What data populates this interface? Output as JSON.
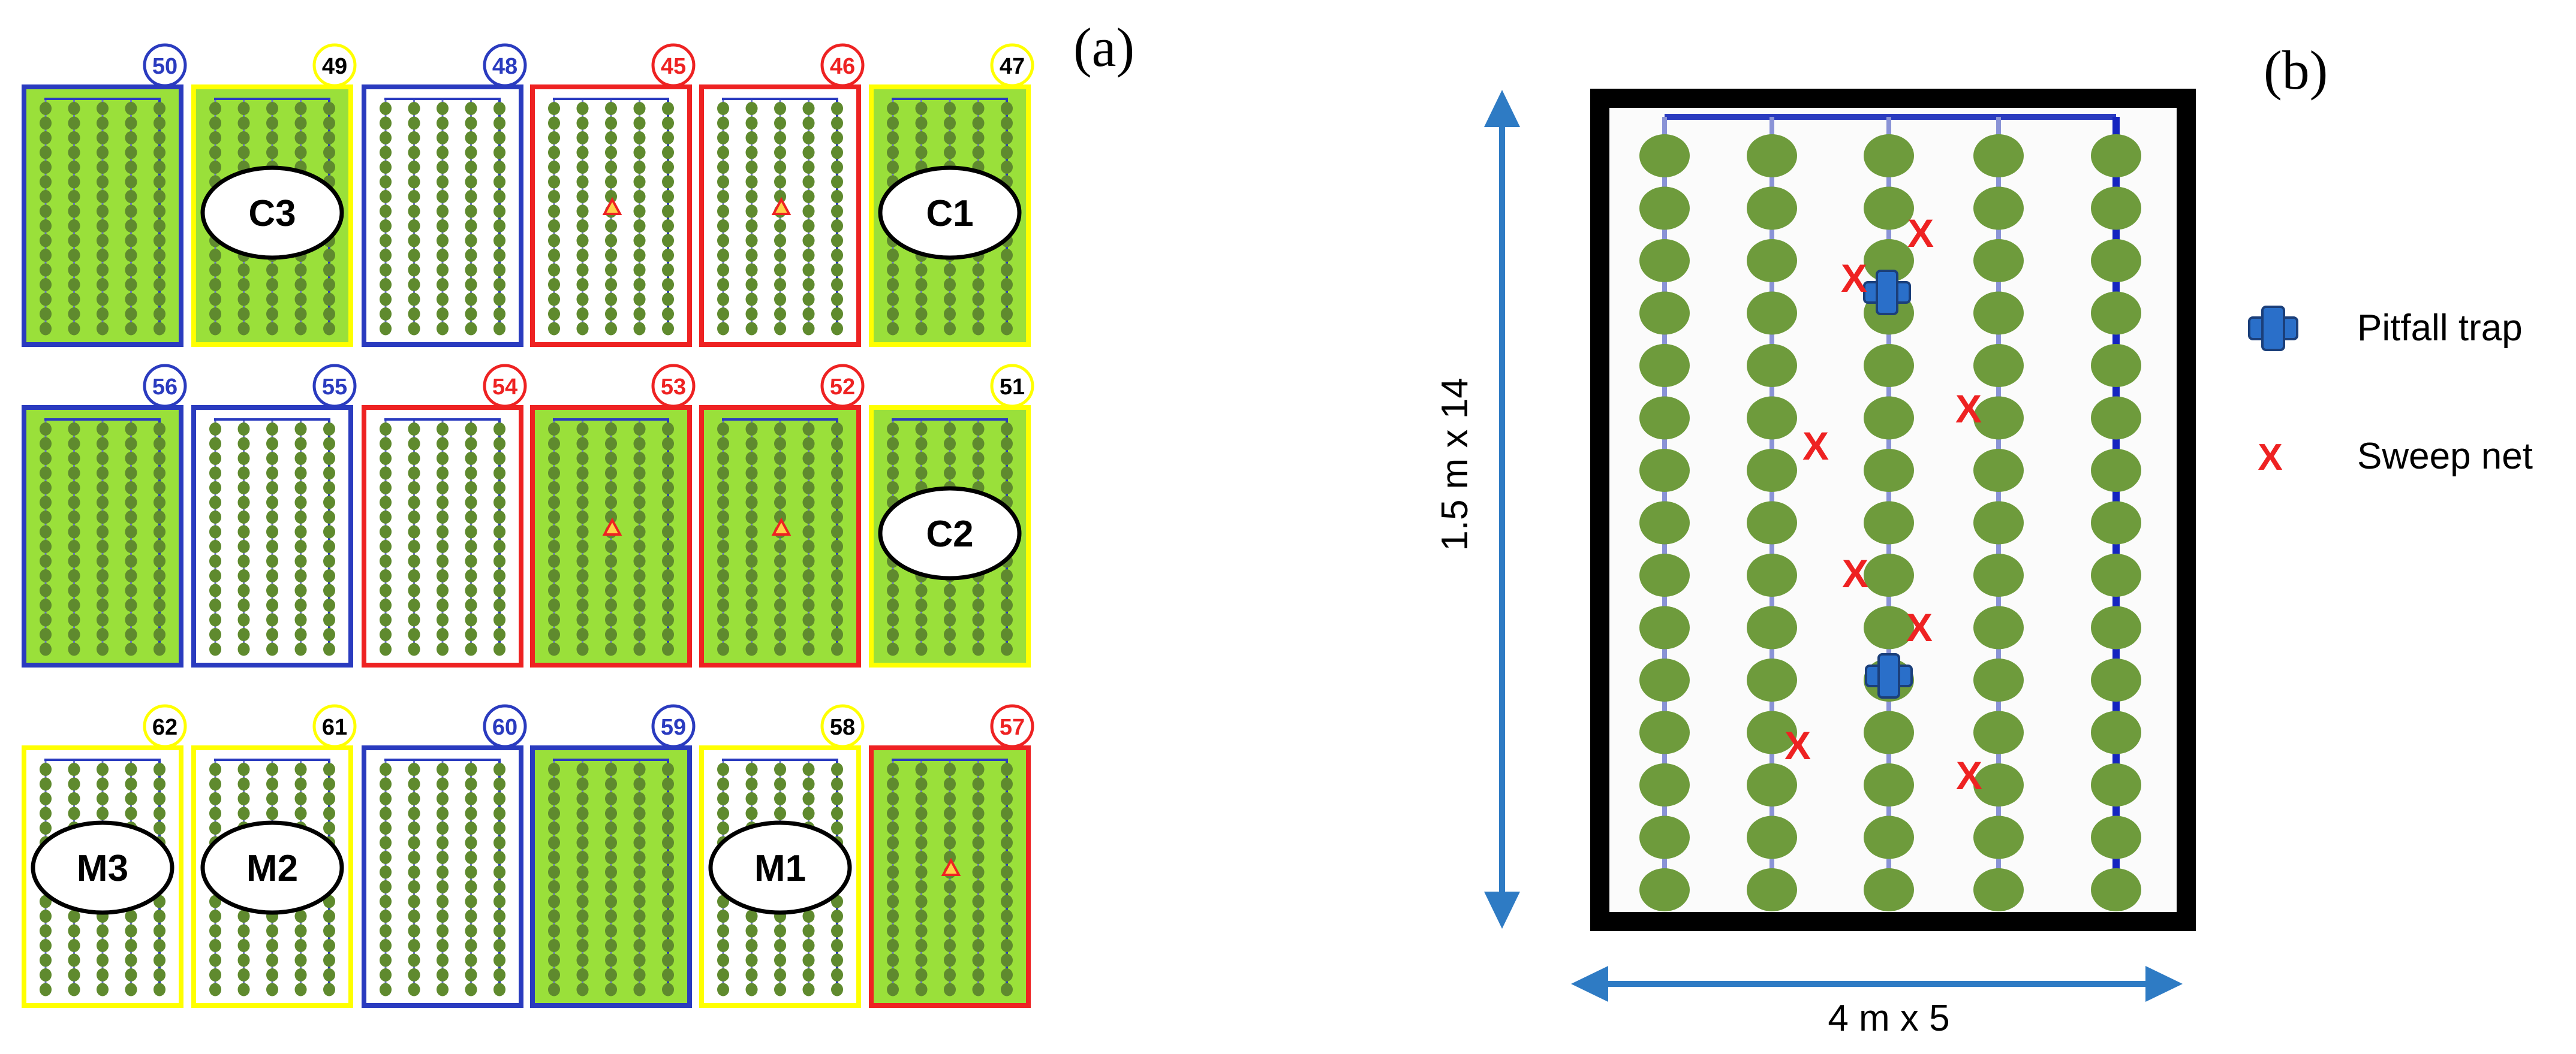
{
  "panel_a": {
    "label": "(a)",
    "plots": [
      {
        "num": "50",
        "border": "blue",
        "fill": "green"
      },
      {
        "num": "49",
        "border": "yellow",
        "fill": "green",
        "tag": "C3"
      },
      {
        "num": "48",
        "border": "blue",
        "fill": "white"
      },
      {
        "num": "45",
        "border": "red",
        "fill": "white",
        "tri": true
      },
      {
        "num": "46",
        "border": "red",
        "fill": "white",
        "tri": true
      },
      {
        "num": "47",
        "border": "yellow",
        "fill": "green",
        "tag": "C1"
      },
      {
        "num": "56",
        "border": "blue",
        "fill": "green"
      },
      {
        "num": "55",
        "border": "blue",
        "fill": "white"
      },
      {
        "num": "54",
        "border": "red",
        "fill": "white"
      },
      {
        "num": "53",
        "border": "red",
        "fill": "green",
        "tri": true
      },
      {
        "num": "52",
        "border": "red",
        "fill": "green",
        "tri": true
      },
      {
        "num": "51",
        "border": "yellow",
        "fill": "green",
        "tag": "C2"
      },
      {
        "num": "62",
        "border": "yellow",
        "fill": "white",
        "tag": "M3"
      },
      {
        "num": "61",
        "border": "yellow",
        "fill": "white",
        "tag": "M2"
      },
      {
        "num": "60",
        "border": "blue",
        "fill": "white"
      },
      {
        "num": "59",
        "border": "blue",
        "fill": "green"
      },
      {
        "num": "58",
        "border": "yellow",
        "fill": "white",
        "tag": "M1"
      },
      {
        "num": "57",
        "border": "red",
        "fill": "green",
        "tri": true
      }
    ]
  },
  "panel_b": {
    "label": "(b)",
    "height_label": "1.5 m x 14",
    "width_label": "4 m x 5",
    "sweep_mark": "X",
    "legend": {
      "pitfall": "Pitfall trap",
      "sweep": "Sweep net"
    }
  },
  "colors": {
    "blue": "#2a3bbf",
    "yellow": "#ffff00",
    "red": "#ee2222",
    "green_fill": "#9ae03a",
    "plant": "#5f8a2e",
    "arrow": "#2e7bc4",
    "trap": "#2a6fc9"
  }
}
